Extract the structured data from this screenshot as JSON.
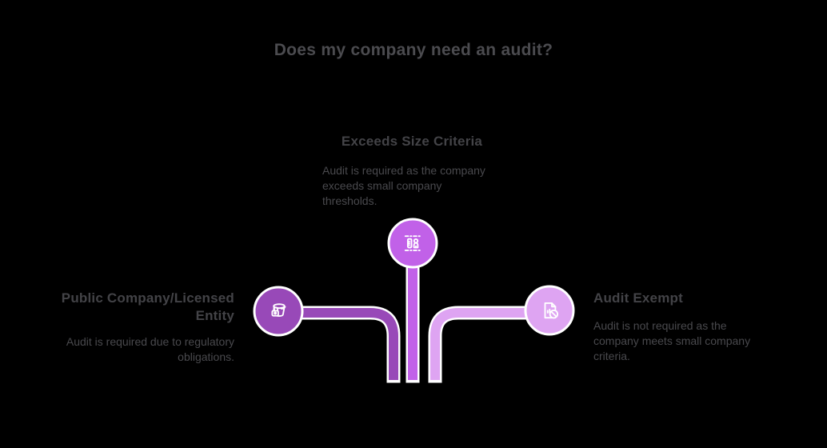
{
  "title": "Does my company need an audit?",
  "nodes": {
    "top": {
      "heading": "Exceeds Size Criteria",
      "body": "Audit is required as the company\nexceeds small company\nthresholds."
    },
    "left": {
      "heading": "Public Company/Licensed\nEntity",
      "body": "Audit is required due to regulatory\nobligations."
    },
    "right": {
      "heading": "Audit Exempt",
      "body": "Audit is not required as the\ncompany meets small company\ncriteria."
    }
  },
  "icons": {
    "top": "measurement-person-icon",
    "left": "bucket-padlock-icon",
    "right": "document-no-audit-icon"
  },
  "colors": {
    "background": "#000000",
    "title_text": "#4b4b4f",
    "heading_text": "#434347",
    "body_text": "#49494d",
    "branch_left": "#9849b8",
    "branch_top": "#c161e8",
    "branch_right": "#dea4f2",
    "outline": "#ffffff"
  }
}
